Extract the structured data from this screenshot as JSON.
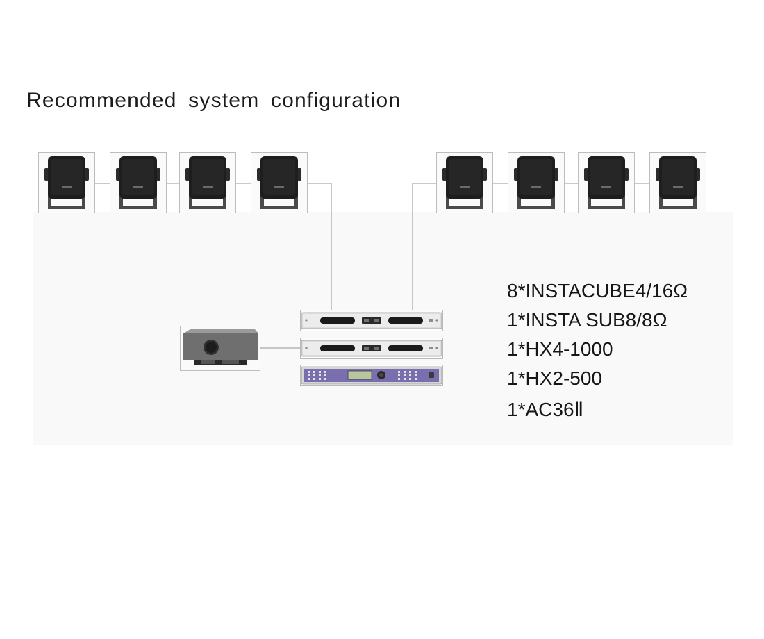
{
  "title": "Recommended system configuration",
  "components": [
    "8*INSTACUBE4/16Ω",
    "1*INSTA SUB8/8Ω",
    "1*HX4-1000",
    "1*HX2-500",
    "1*AC36Ⅱ"
  ],
  "colors": {
    "cable": "#a9a9a9",
    "speaker_body": "#1e1e1e",
    "speaker_bracket": "#4a4a4a",
    "subwoofer_body": "#6f6f6f",
    "processor_panel": "#7a6fae"
  }
}
